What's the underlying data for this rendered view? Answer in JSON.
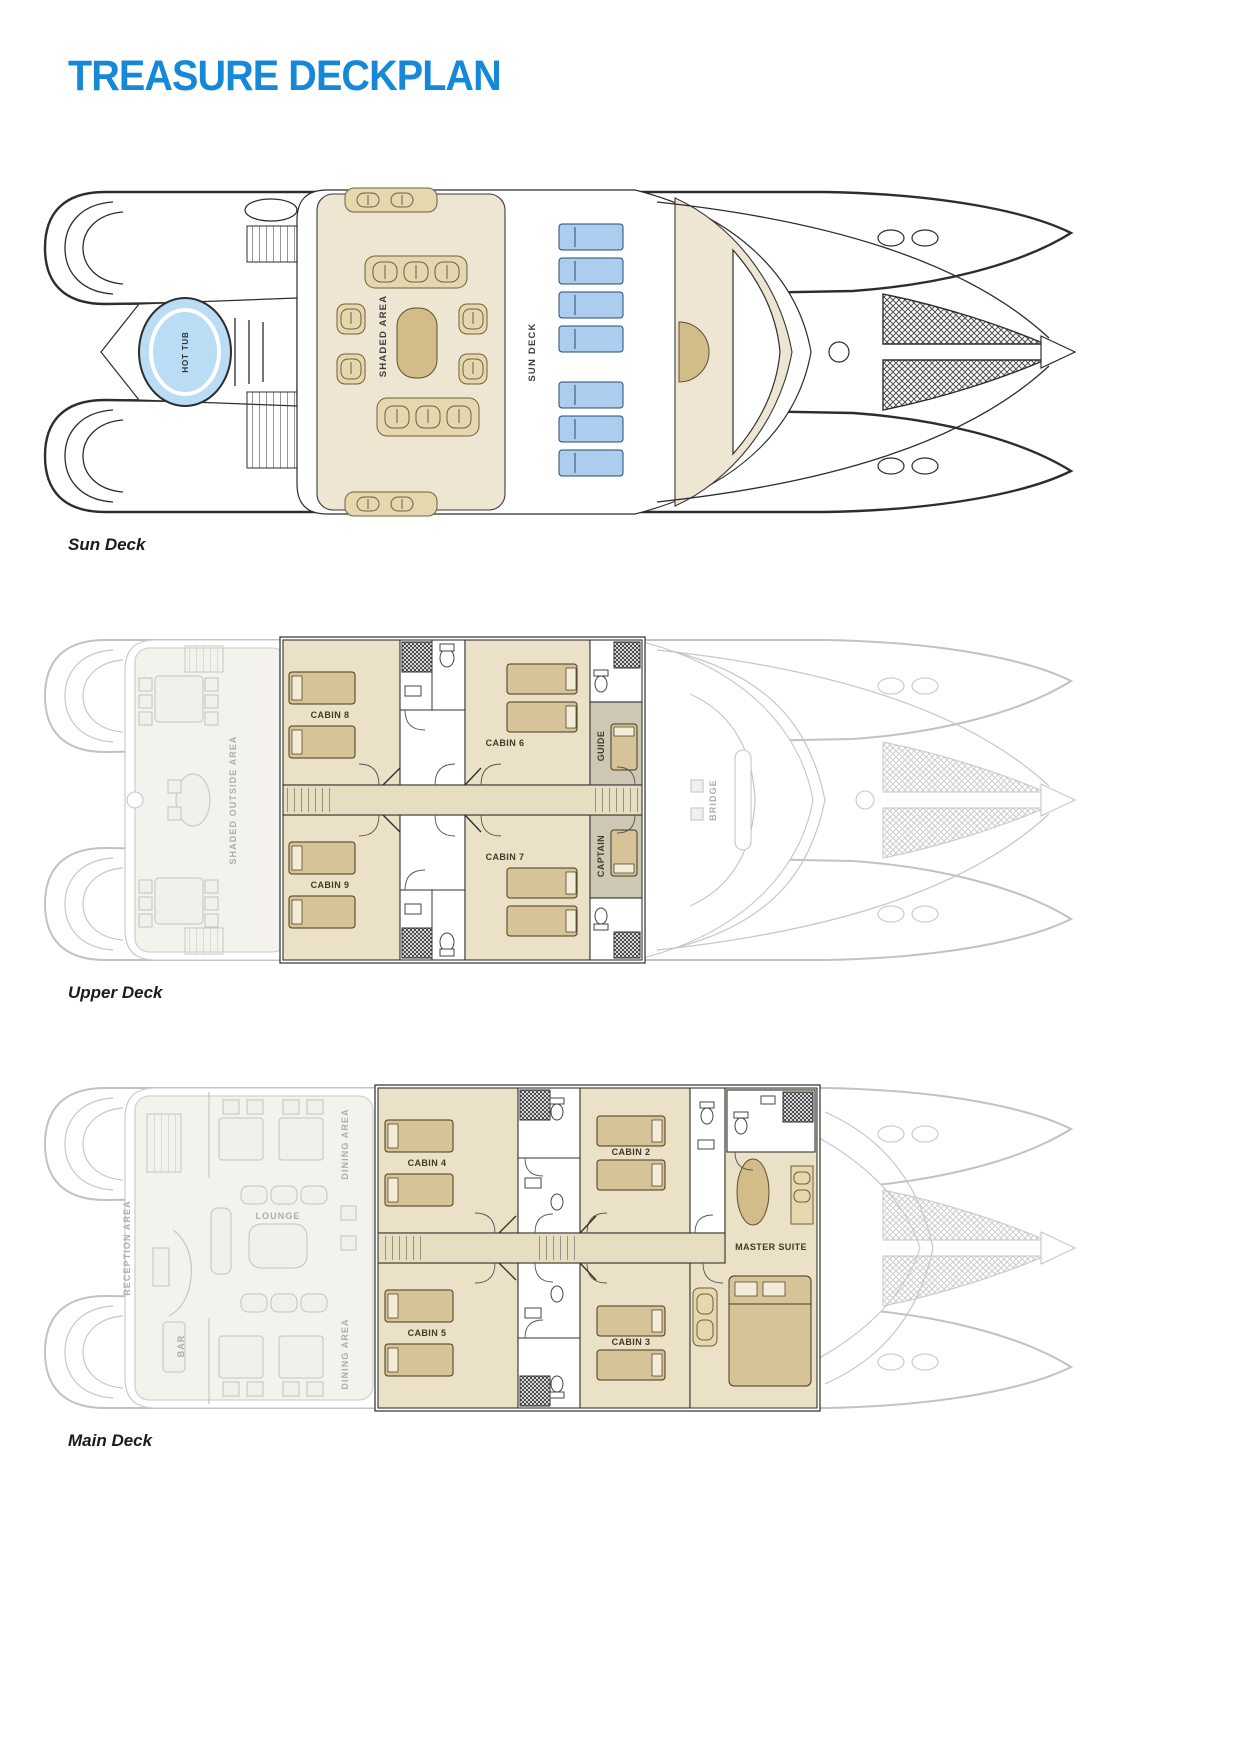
{
  "page": {
    "title": "TREASURE DECKPLAN"
  },
  "decks": {
    "sun": {
      "caption": "Sun Deck",
      "labels": {
        "hot_tub": "HOT TUB",
        "shaded_area": "SHADED AREA",
        "sun_deck": "SUN DECK"
      }
    },
    "upper": {
      "caption": "Upper Deck",
      "labels": {
        "shaded_outside_area": "SHADED OUTSIDE AREA",
        "cabin8": "CABIN 8",
        "cabin6": "CABIN 6",
        "cabin9": "CABIN 9",
        "cabin7": "CABIN 7",
        "guide": "GUIDE",
        "captain": "CAPTAIN",
        "bridge": "BRIDGE"
      }
    },
    "main": {
      "caption": "Main Deck",
      "labels": {
        "reception_area": "RECEPTION AREA",
        "bar": "BAR",
        "lounge": "LOUNGE",
        "dining_area_top": "DINING AREA",
        "dining_area_bottom": "DINING AREA",
        "cabin4": "CABIN 4",
        "cabin2": "CABIN 2",
        "cabin5": "CABIN 5",
        "cabin3": "CABIN 3",
        "master_suite": "MASTER SUITE"
      }
    }
  },
  "colors": {
    "title_blue": "#1589d8",
    "outline_dark": "#2d2d2d",
    "faded_gray": "#c6c6c6",
    "deck_beige": "#eee6d2",
    "cabin_beige": "#eae1c6",
    "furniture_tan": "#e5d7ae",
    "bed_tan": "#d6c498",
    "hot_tub_blue": "#badcf4",
    "lounger_blue": "#accdee"
  }
}
